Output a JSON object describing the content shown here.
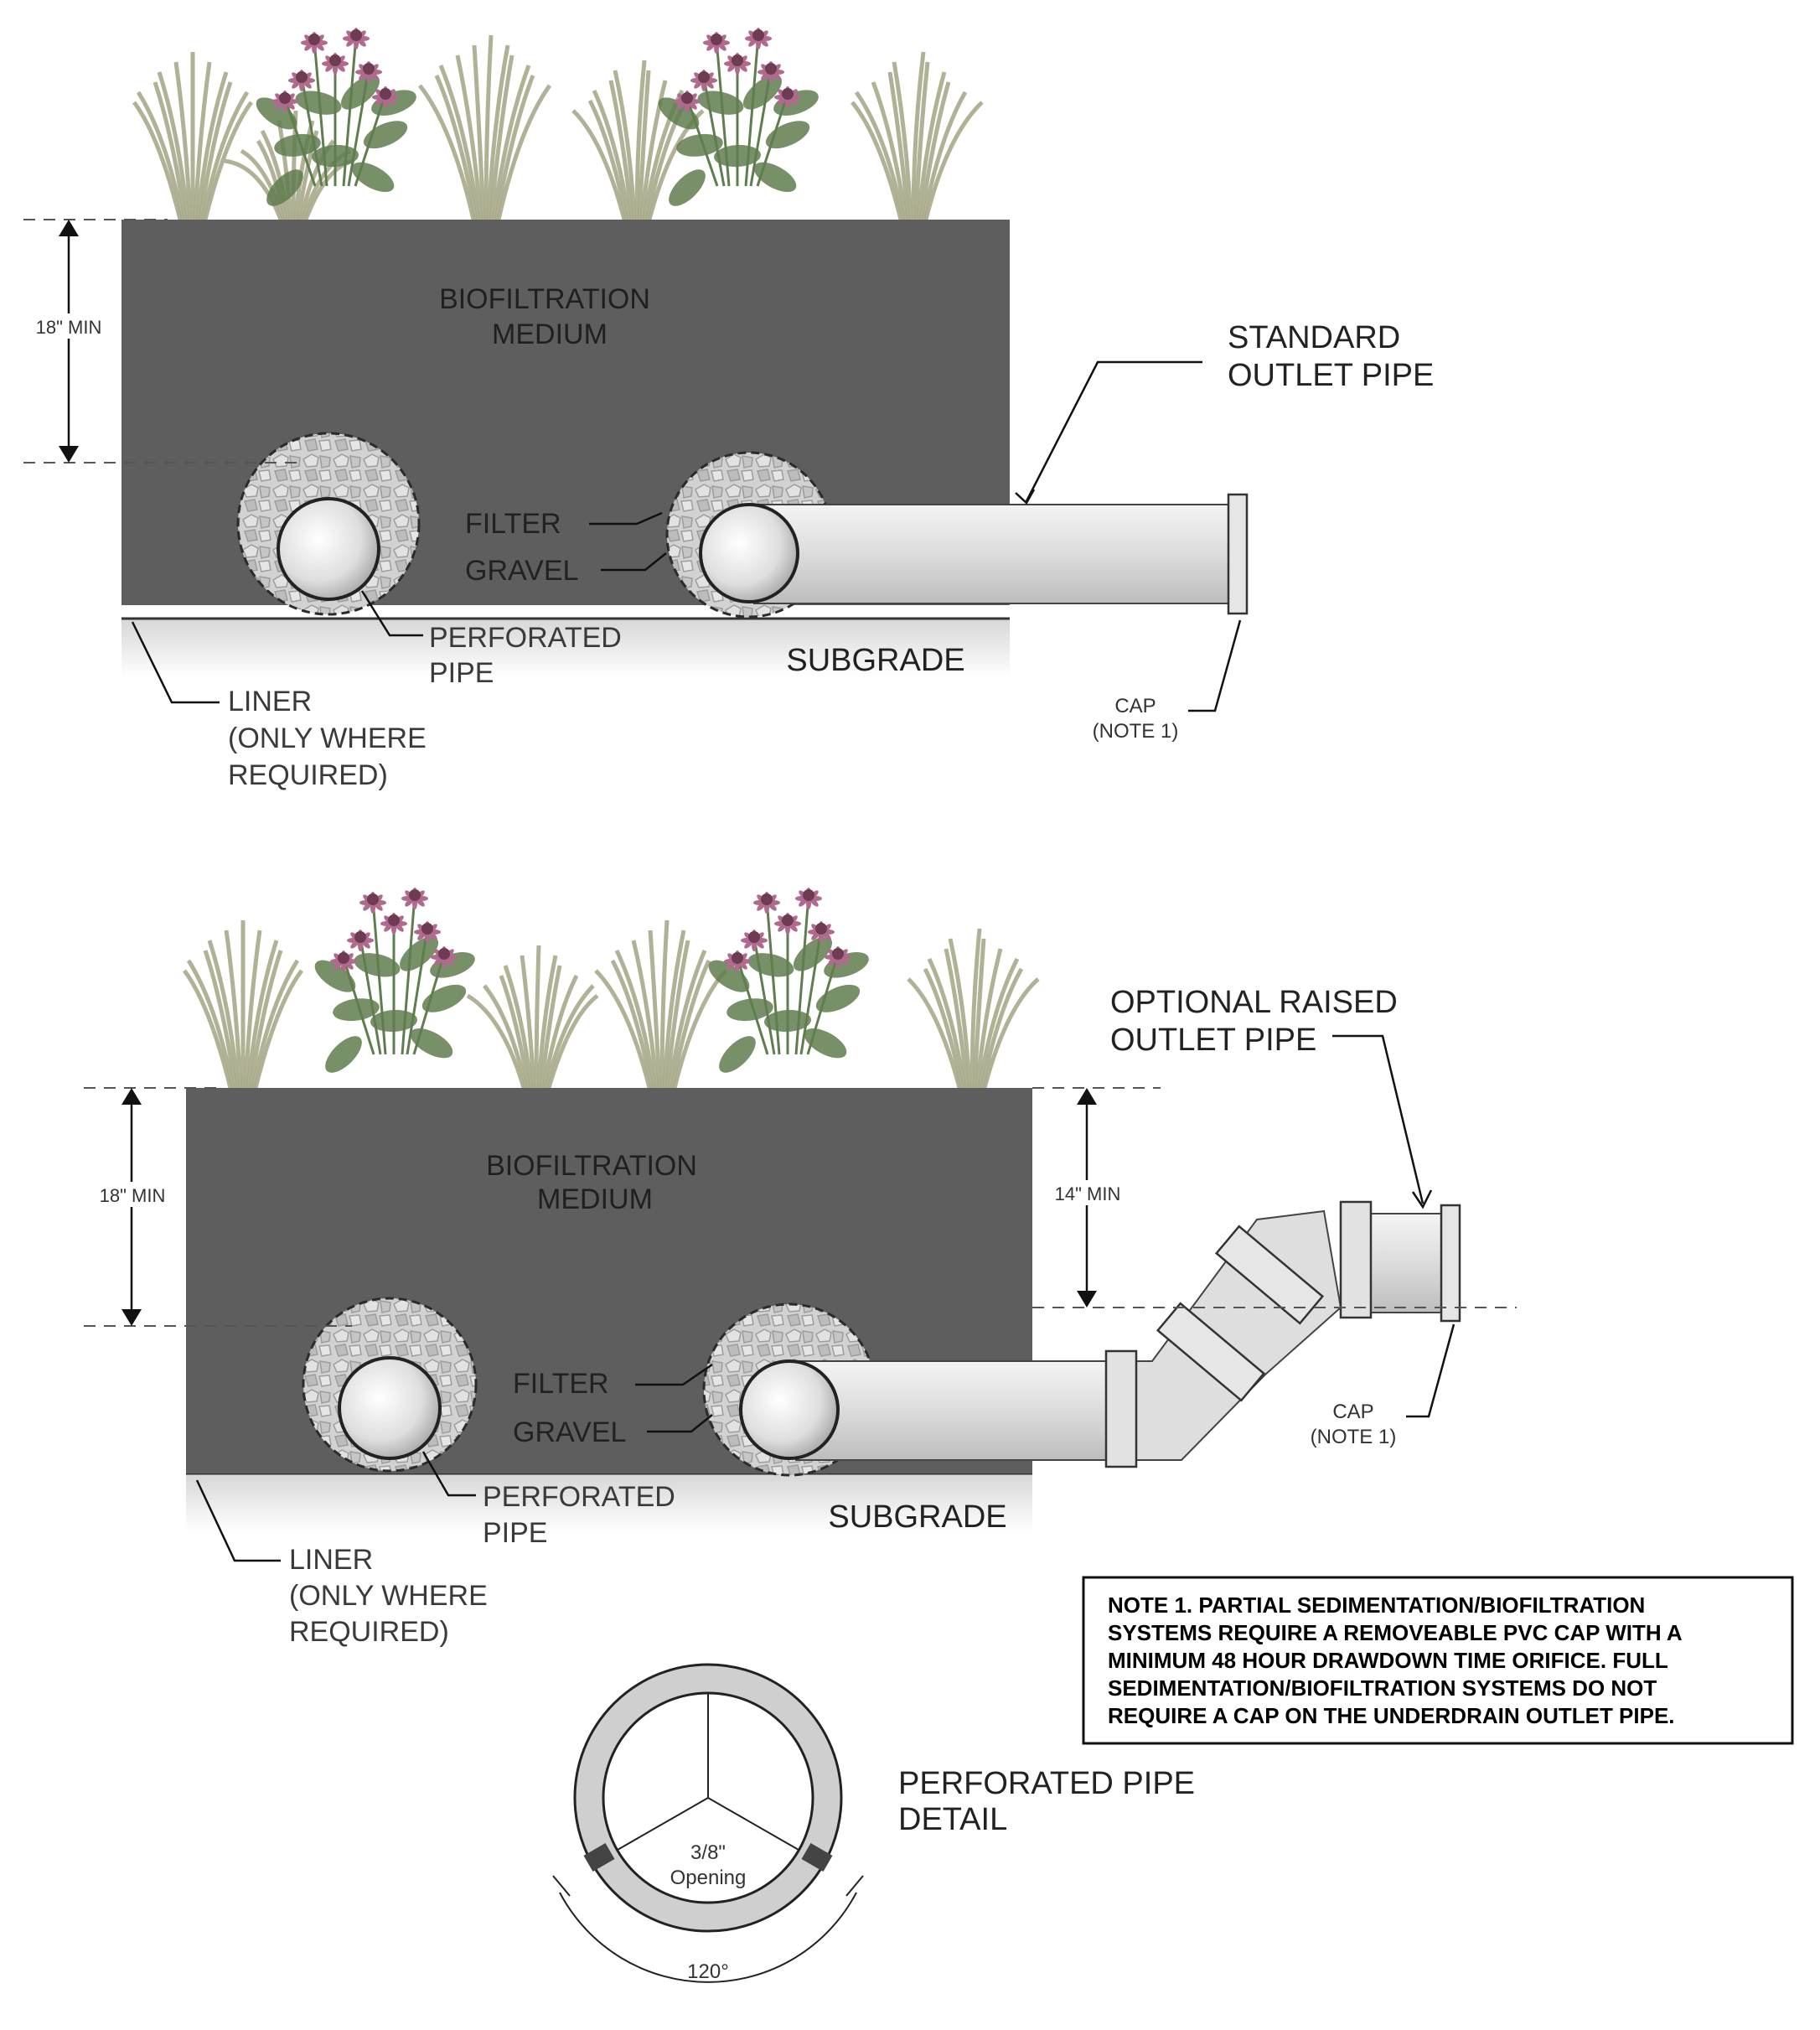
{
  "top_section": {
    "medium_label_1": "BIOFILTRATION",
    "medium_label_2": "MEDIUM",
    "depth_label": "18\" MIN",
    "filter_label": "FILTER",
    "gravel_label": "GRAVEL",
    "perforated_label_1": "PERFORATED",
    "perforated_label_2": "PIPE",
    "subgrade_label": "SUBGRADE",
    "liner_label_1": "LINER",
    "liner_label_2": "(ONLY WHERE",
    "liner_label_3": "REQUIRED)",
    "outlet_label_1": "STANDARD",
    "outlet_label_2": "OUTLET PIPE",
    "cap_label_1": "CAP",
    "cap_label_2": "(NOTE 1)"
  },
  "bottom_section": {
    "medium_label_1": "BIOFILTRATION",
    "medium_label_2": "MEDIUM",
    "depth_label": "18\" MIN",
    "raised_depth_label": "14\" MIN",
    "filter_label": "FILTER",
    "gravel_label": "GRAVEL",
    "perforated_label_1": "PERFORATED",
    "perforated_label_2": "PIPE",
    "subgrade_label": "SUBGRADE",
    "liner_label_1": "LINER",
    "liner_label_2": "(ONLY WHERE",
    "liner_label_3": "REQUIRED)",
    "outlet_label_1": "OPTIONAL RAISED",
    "outlet_label_2": "OUTLET PIPE",
    "cap_label_1": "CAP",
    "cap_label_2": "(NOTE 1)"
  },
  "note": {
    "line_1": "NOTE 1.  PARTIAL SEDIMENTATION/BIOFILTRATION",
    "line_2": "SYSTEMS REQUIRE A REMOVEABLE PVC CAP WITH A",
    "line_3": "MINIMUM 48 HOUR DRAWDOWN TIME ORIFICE.  FULL",
    "line_4": "SEDIMENTATION/BIOFILTRATION SYSTEMS DO NOT",
    "line_5": "REQUIRE A CAP ON THE UNDERDRAIN OUTLET PIPE."
  },
  "pipe_detail": {
    "title_1": "PERFORATED PIPE",
    "title_2": "DETAIL",
    "opening_1": "3/8\"",
    "opening_2": "Opening",
    "angle_label": "120°"
  },
  "colors": {
    "medium": "#5e5e5e",
    "gravel": "#cfcfcf",
    "pipe": "#d8d8d8",
    "subgrade": "#ececec",
    "plant_green": "#5f7d4e",
    "flower_pink": "#b06a8e",
    "grass": "#a9a88a"
  }
}
